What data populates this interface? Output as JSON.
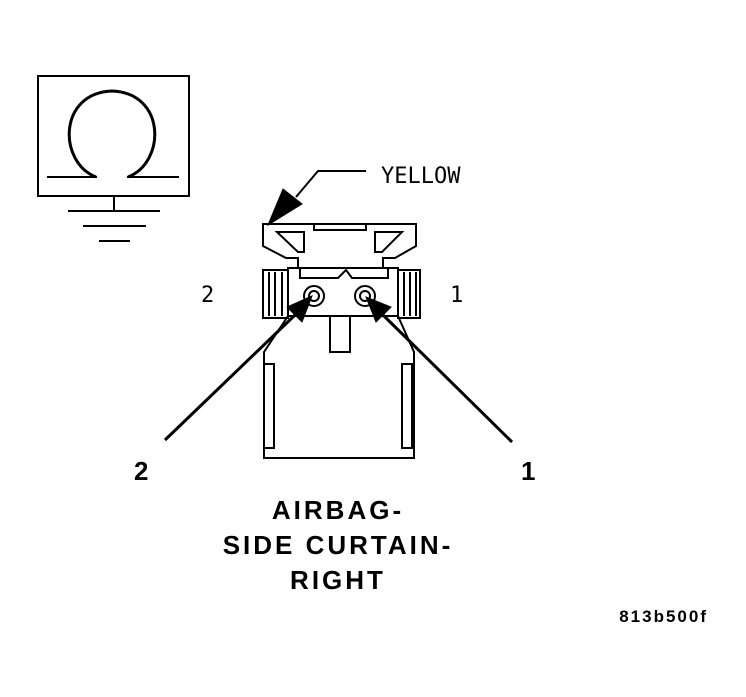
{
  "wire_color_label": "YELLOW",
  "cavity_labels": {
    "left": "2",
    "right": "1"
  },
  "callouts": {
    "left": "2",
    "right": "1"
  },
  "component_title": {
    "line1": "AIRBAG-",
    "line2": "SIDE CURTAIN-",
    "line3": "RIGHT"
  },
  "figure_code": "813b500f",
  "meter_symbol": "ohm-icon"
}
